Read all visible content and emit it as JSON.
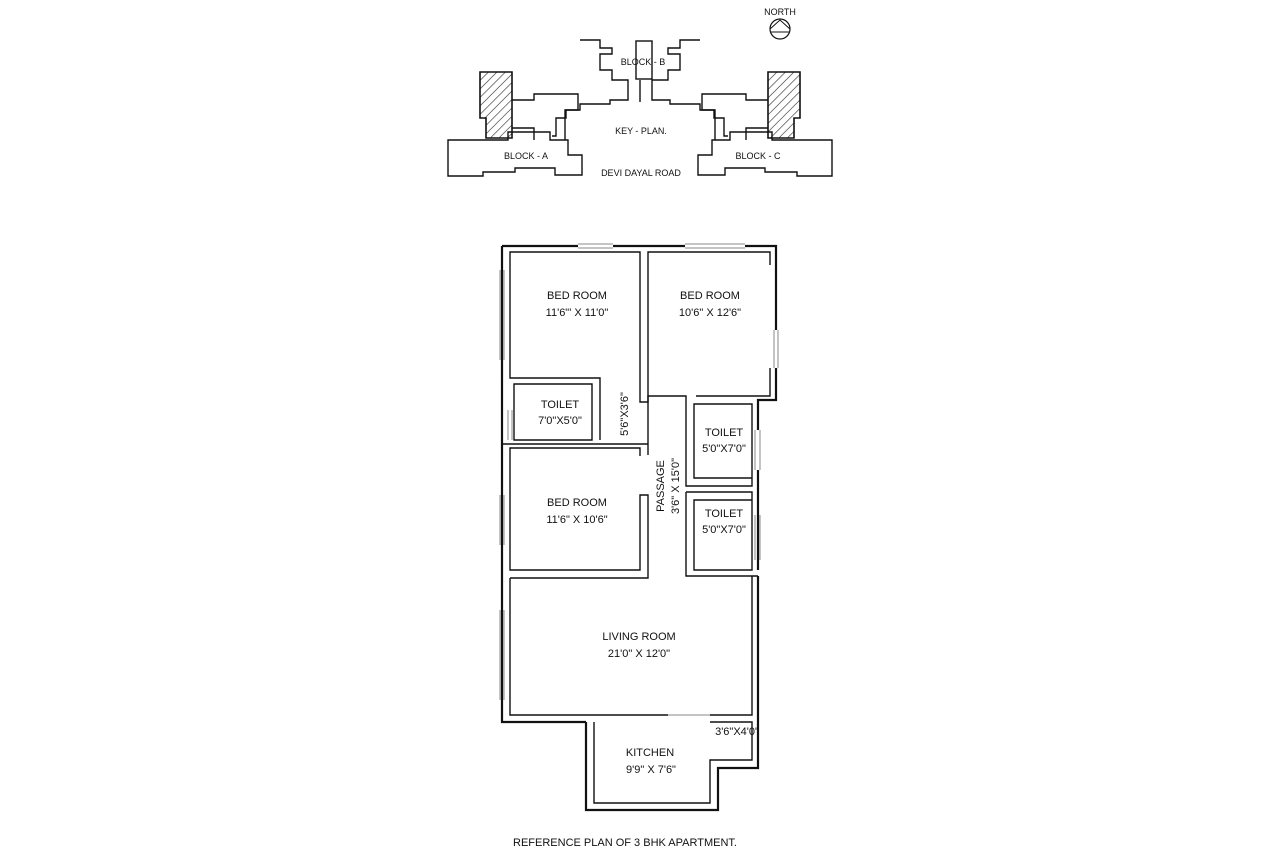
{
  "key_plan": {
    "north": "NORTH",
    "title": "KEY - PLAN.",
    "road": "DEVI DAYAL ROAD",
    "block_a": "BLOCK - A",
    "block_b": "BLOCK - B",
    "block_c": "BLOCK - C"
  },
  "rooms": {
    "bed1": {
      "name": "BED ROOM",
      "size": "11'6\"' X 11'0\""
    },
    "bed2": {
      "name": "BED ROOM",
      "size": "10'6\" X 12'6\""
    },
    "toilet1": {
      "name": "TOILET",
      "size": "7'0\"X5'0\""
    },
    "dim1": "5'6\"X3'6\"",
    "toilet2": {
      "name": "TOILET",
      "size": "5'0\"X7'0\""
    },
    "passage": {
      "name": "PASSAGE",
      "size": "3'6\" X 15'0\""
    },
    "bed3": {
      "name": "BED ROOM",
      "size": "11'6\" X 10'6\""
    },
    "toilet3": {
      "name": "TOILET",
      "size": "5'0\"X7'0\""
    },
    "living": {
      "name": "LIVING ROOM",
      "size": "21'0\" X 12'0\""
    },
    "dim2": "3'6\"X4'0\"",
    "kitchen": {
      "name": "KITCHEN",
      "size": "9'9\" X 7'6\""
    }
  },
  "caption": "REFERENCE PLAN OF 3 BHK APARTMENT."
}
